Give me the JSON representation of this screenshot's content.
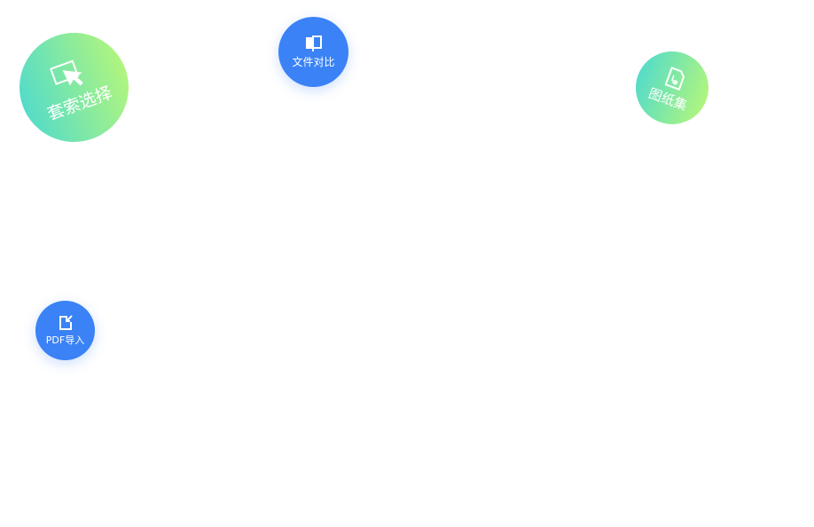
{
  "bubbles": {
    "lasso": {
      "label": "套索选择",
      "icon": "cursor-select-icon"
    },
    "compare": {
      "label": "文件对比",
      "icon": "compare-icon"
    },
    "sheets": {
      "label": "图纸集",
      "icon": "sheet-set-icon"
    },
    "pdf": {
      "label": "PDF导入",
      "icon": "import-icon"
    }
  },
  "colors": {
    "blue": "#3a82f6",
    "green_start": "#55dcc8",
    "green_end": "#b0f57e"
  }
}
